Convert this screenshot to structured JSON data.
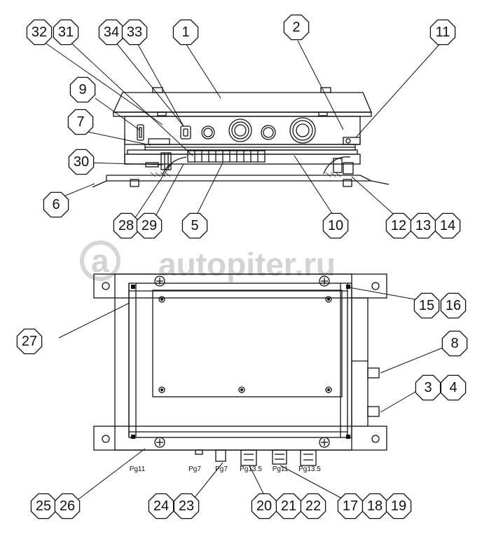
{
  "watermark": "autopiter.ru",
  "callouts": {
    "c1": "1",
    "c2": "2",
    "c3": "3",
    "c4": "4",
    "c5": "5",
    "c6": "6",
    "c7": "7",
    "c8": "8",
    "c9": "9",
    "c10": "10",
    "c11": "11",
    "c12": "12",
    "c13": "13",
    "c14": "14",
    "c15": "15",
    "c16": "16",
    "c17": "17",
    "c18": "18",
    "c19": "19",
    "c20": "20",
    "c21": "21",
    "c22": "22",
    "c23": "23",
    "c24": "24",
    "c25": "25",
    "c26": "26",
    "c27": "27",
    "c28": "28",
    "c29": "29",
    "c30": "30",
    "c31": "31",
    "c32": "32",
    "c33": "33",
    "c34": "34"
  },
  "gland_labels": {
    "pg11_left": "Pg11",
    "pg7_a": "Pg7",
    "pg7_b": "Pg7",
    "pg13_5_a": "Pg13.5",
    "pg11_mid": "Pg11",
    "pg13_5_b": "Pg13.5"
  }
}
